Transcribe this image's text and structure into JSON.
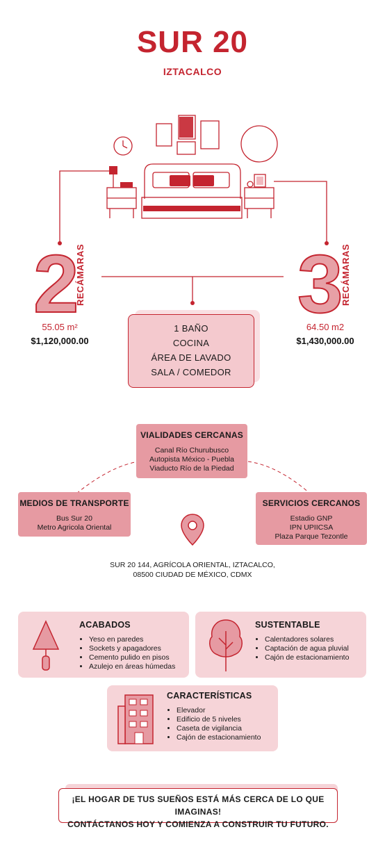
{
  "header": {
    "title": "SUR 20",
    "subtitle": "IZTACALCO"
  },
  "units": [
    {
      "number": "2",
      "label": "RECÁMARAS",
      "area": "55.05 m²",
      "price": "$1,120,000.00"
    },
    {
      "number": "3",
      "label": "RECÁMARAS",
      "area": "64.50 m2",
      "price": "$1,430,000.00"
    }
  ],
  "shared": {
    "lines": [
      "1 BAÑO",
      "COCINA",
      "ÁREA DE LAVADO",
      "SALA / COMEDOR"
    ]
  },
  "location": {
    "vialidades": {
      "title": "VIALIDADES CERCANAS",
      "items": [
        "Canal Río Churubusco",
        "Autopista México - Puebla",
        "Viaducto Río de la Piedad"
      ]
    },
    "transporte": {
      "title": "MEDIOS DE TRANSPORTE",
      "items": [
        "Bus Sur 20",
        "Metro Agricola Oriental"
      ]
    },
    "servicios": {
      "title": "SERVICIOS CERCANOS",
      "items": [
        "Estadio GNP",
        "IPN UPIICSA",
        "Plaza Parque Tezontle"
      ]
    },
    "address": [
      "SUR 20 144, AGRÍCOLA ORIENTAL, IZTACALCO,",
      "08500 CIUDAD DE MÉXICO, CDMX"
    ]
  },
  "features": {
    "acabados": {
      "title": "ACABADOS",
      "items": [
        "Yeso en paredes",
        "Sockets y apagadores",
        "Cemento pulido en pisos",
        "Azulejo en áreas húmedas"
      ]
    },
    "sustentable": {
      "title": "SUSTENTABLE",
      "items": [
        "Calentadores solares",
        "Captación de agua pluvial",
        "Cajón de estacionamiento"
      ]
    },
    "caracteristicas": {
      "title": "CARACTERÍSTICAS",
      "items": [
        "Elevador",
        "Edificio de 5 niveles",
        "Caseta de vigilancia",
        "Cajón de estacionamiento"
      ]
    }
  },
  "cta": {
    "line1": "¡EL HOGAR DE TUS SUEÑOS ESTÁ MÁS CERCA DE LO QUE IMAGINAS!",
    "line2": "CONTÁCTANOS HOY Y COMIENZA A CONSTRUIR TU FUTURO."
  },
  "colors": {
    "accent": "#c4242f",
    "pink": "#e69aa2",
    "light_pink": "#f6d4d8"
  },
  "icons": [
    "bedroom-illustration",
    "location-pin-icon",
    "trowel-icon",
    "tree-icon",
    "building-icon"
  ]
}
